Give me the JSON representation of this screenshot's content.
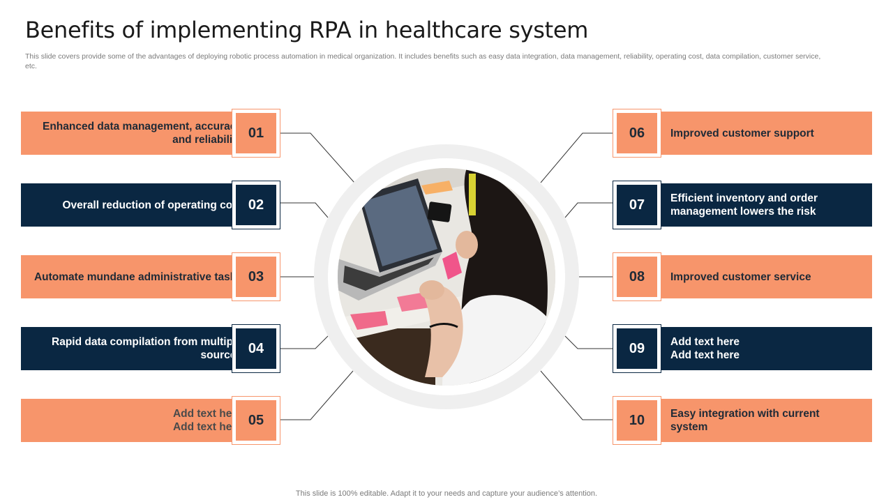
{
  "slide": {
    "title": "Benefits of implementing RPA in healthcare system",
    "subtitle": "This slide covers provide some of the advantages of deploying robotic process automation in medical organization. It includes benefits such as easy data integration, data management, reliability, operating cost, data compilation, customer service, etc.",
    "footer": "This slide is 100% editable. Adapt it to your needs and capture your audience’s attention."
  },
  "colors": {
    "orange": "#f7956b",
    "navy": "#0a2742",
    "ring": "#efefef"
  },
  "left_items": [
    {
      "number": "01",
      "text": "Enhanced data management, accuracy and reliability",
      "theme": "orange"
    },
    {
      "number": "02",
      "text": "Overall reduction of operating cost",
      "theme": "navy"
    },
    {
      "number": "03",
      "text": "Automate mundane administrative tasks",
      "theme": "orange"
    },
    {
      "number": "04",
      "text": "Rapid data compilation from multiple sources",
      "theme": "navy"
    },
    {
      "number": "05",
      "text": "Add text here Add text here",
      "theme": "orange"
    }
  ],
  "right_items": [
    {
      "number": "06",
      "text": "Improved customer support",
      "theme": "orange"
    },
    {
      "number": "07",
      "text": "Efficient inventory and order management lowers the risk",
      "theme": "navy"
    },
    {
      "number": "08",
      "text": "Improved customer service",
      "theme": "orange"
    },
    {
      "number": "09",
      "text": "Add text here Add text here",
      "theme": "navy"
    },
    {
      "number": "10",
      "text": "Easy integration with current system",
      "theme": "orange"
    }
  ],
  "center_image": {
    "icon": "office-worker-photo"
  }
}
